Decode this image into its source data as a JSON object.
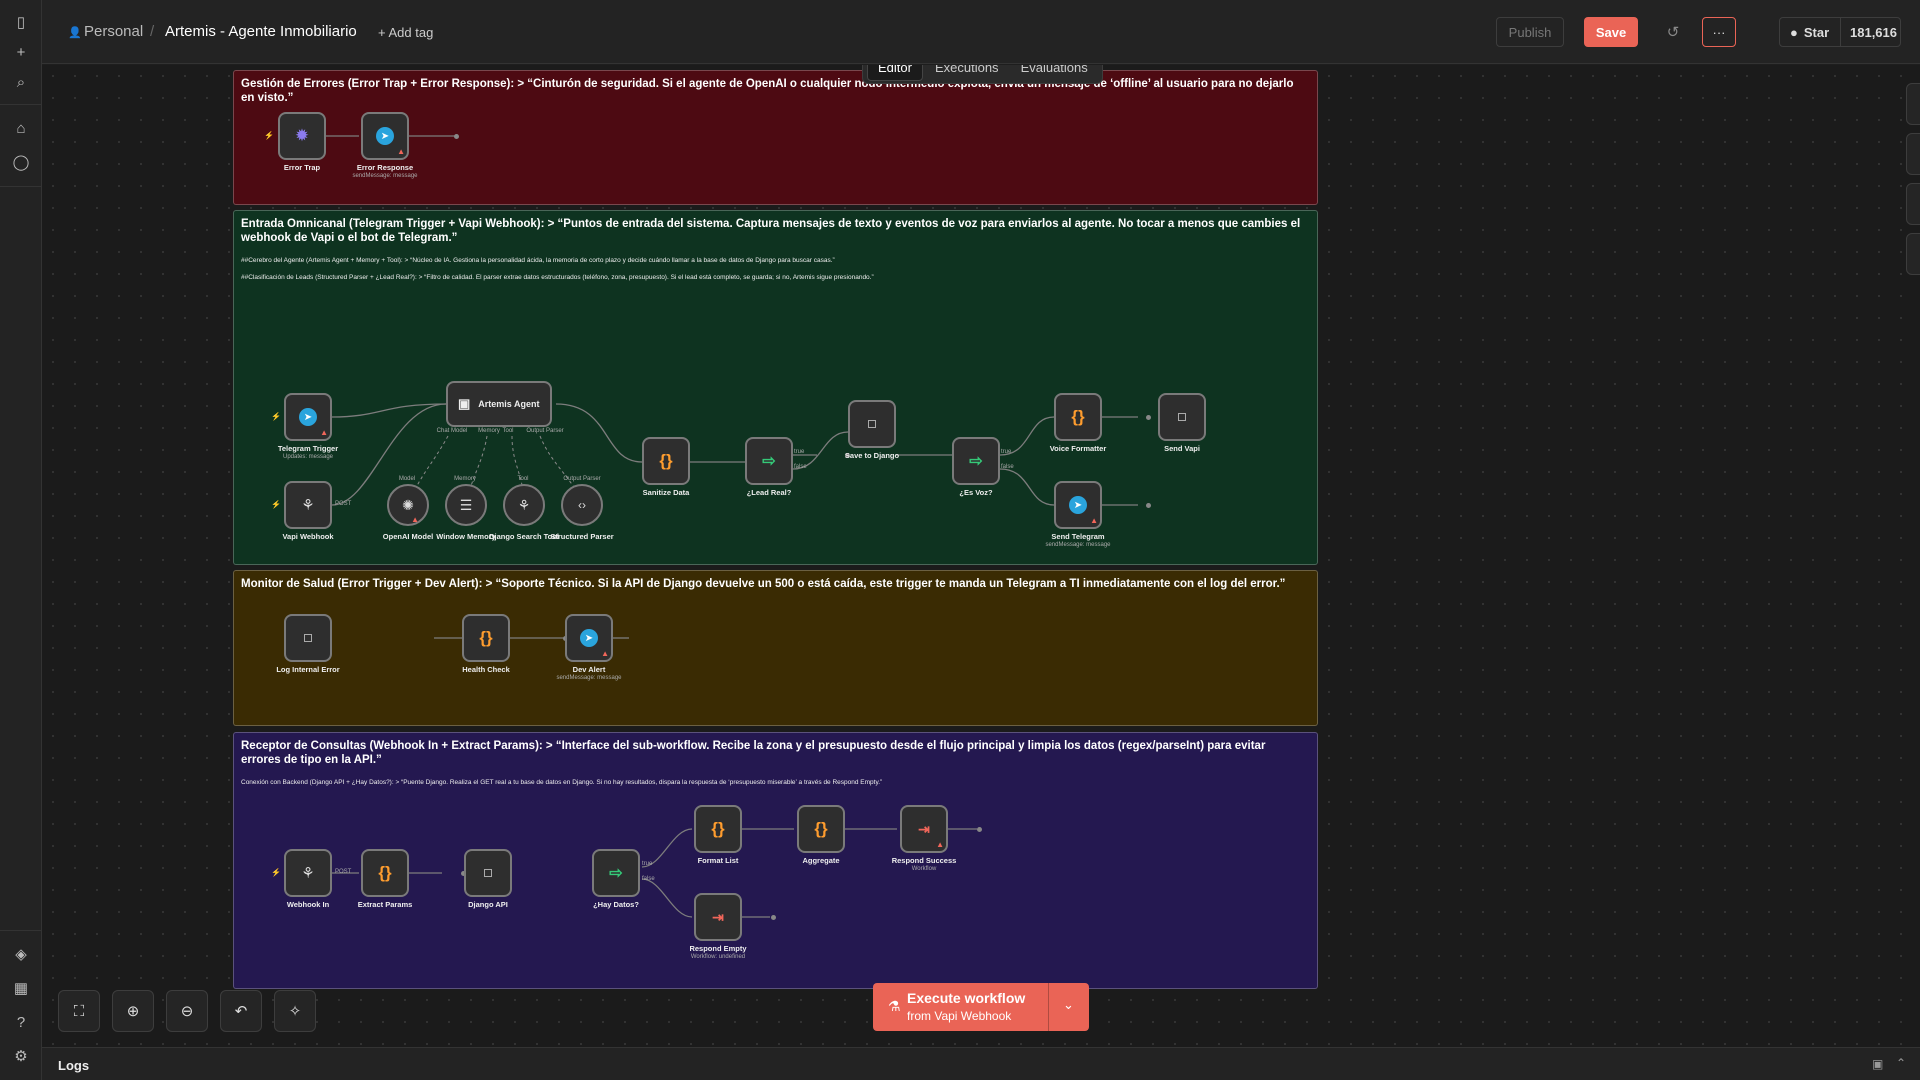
{
  "breadcrumb": {
    "project": "Personal",
    "workflow": "Artemis - Agente Inmobiliario",
    "add_tag": "+ Add tag"
  },
  "header": {
    "publish": "Publish",
    "save": "Save",
    "more": "···",
    "star": "Star",
    "star_count": "181,616"
  },
  "tabs": {
    "editor": "Editor",
    "executions": "Executions",
    "evaluations": "Evaluations"
  },
  "stickies": {
    "errors": {
      "title": "Gestión de Errores (Error Trap + Error Response): > “Cinturón de seguridad. Si el agente de OpenAI o cualquier nodo intermedio explota, envía un mensaje de ‘offline’ al usuario para no dejarlo en visto.”",
      "color": "#4d0a12"
    },
    "entrada": {
      "title": "Entrada Omnicanal (Telegram Trigger + Vapi Webhook): > “Puntos de entrada del sistema. Captura mensajes de texto y eventos de voz para enviarlos al agente. No tocar a menos que cambies el webhook de Vapi o el bot de Telegram.”",
      "sub1": "##Cerebro del Agente (Artemis Agent + Memory + Tool): > “Núcleo de IA. Gestiona la personalidad ácida, la memoria de corto plazo y decide cuándo llamar a la base de datos de Django para buscar casas.”",
      "sub2": "##Clasificación de Leads (Structured Parser + ¿Lead Real?): > “Filtro de calidad. El parser extrae datos estructurados (teléfono, zona, presupuesto). Si el lead está completo, se guarda; si no, Artemis sigue presionando.”",
      "color": "#0e3320"
    },
    "monitor": {
      "title": "Monitor de Salud (Error Trigger + Dev Alert): > “Soporte Técnico. Si la API de Django devuelve un 500 o está caída, este trigger te manda un Telegram a TI inmediatamente con el log del error.”",
      "color": "#3a2b03"
    },
    "receptor": {
      "title": "Receptor de Consultas (Webhook In + Extract Params): > “Interface del sub-workflow. Recibe la zona y el presupuesto desde el flujo principal y limpia los datos (regex/parseInt) para evitar errores de tipo en la API.”",
      "sub1": "Conexión con Backend (Django API + ¿Hay Datos?): > “Puente Django. Realiza el GET real a tu base de datos en Django. Si no hay resultados, dispara la respuesta de ‘presupuesto miserable’ a través de Respond Empty.”",
      "color": "#241850"
    }
  },
  "nodes": {
    "error_trap": {
      "label": "Error Trap",
      "icon": "bug-icon"
    },
    "error_response": {
      "label": "Error Response",
      "sub": "sendMessage: message"
    },
    "telegram_trigger": {
      "label": "Telegram Trigger",
      "sub": "Updates: message"
    },
    "vapi_webhook": {
      "label": "Vapi Webhook"
    },
    "artemis_agent": {
      "label": "Artemis Agent"
    },
    "openai_model": {
      "label": "OpenAI Model"
    },
    "window_memory": {
      "label": "Window Memory"
    },
    "django_search": {
      "label": "Django Search Tool"
    },
    "structured_parser": {
      "label": "Structured Parser"
    },
    "sanitize_data": {
      "label": "Sanitize Data"
    },
    "lead_real": {
      "label": "¿Lead Real?"
    },
    "save_django": {
      "label": "Save to Django"
    },
    "es_voz": {
      "label": "¿Es Voz?"
    },
    "voice_formatter": {
      "label": "Voice Formatter"
    },
    "send_vapi": {
      "label": "Send Vapi"
    },
    "send_telegram": {
      "label": "Send Telegram",
      "sub": "sendMessage: message"
    },
    "log_internal": {
      "label": "Log Internal Error"
    },
    "health_check": {
      "label": "Health Check"
    },
    "dev_alert": {
      "label": "Dev Alert",
      "sub": "sendMessage: message"
    },
    "webhook_in": {
      "label": "Webhook In"
    },
    "extract_params": {
      "label": "Extract Params"
    },
    "django_api": {
      "label": "Django API"
    },
    "hay_datos": {
      "label": "¿Hay Datos?"
    },
    "format_list": {
      "label": "Format List"
    },
    "aggregate": {
      "label": "Aggregate"
    },
    "respond_success": {
      "label": "Respond Success",
      "sub": "Workflow"
    },
    "respond_empty": {
      "label": "Respond Empty",
      "sub": "Workflow: undefined"
    }
  },
  "ports": {
    "chat_model": "Chat Model",
    "memory_in": "Memory",
    "tool_in": "Tool",
    "output_parser": "Output Parser",
    "model": "Model",
    "memory": "Memory",
    "tool": "Tool",
    "parser": "Output Parser",
    "post": "POST",
    "true": "true",
    "false": "false"
  },
  "execute": {
    "title": "Execute workflow",
    "subtitle": "from Vapi Webhook"
  },
  "logs": {
    "label": "Logs"
  },
  "colors": {
    "accent": "#ea6456",
    "telegram": "#2aa4dd",
    "code": "#ff9d2e",
    "route": "#35c978"
  }
}
